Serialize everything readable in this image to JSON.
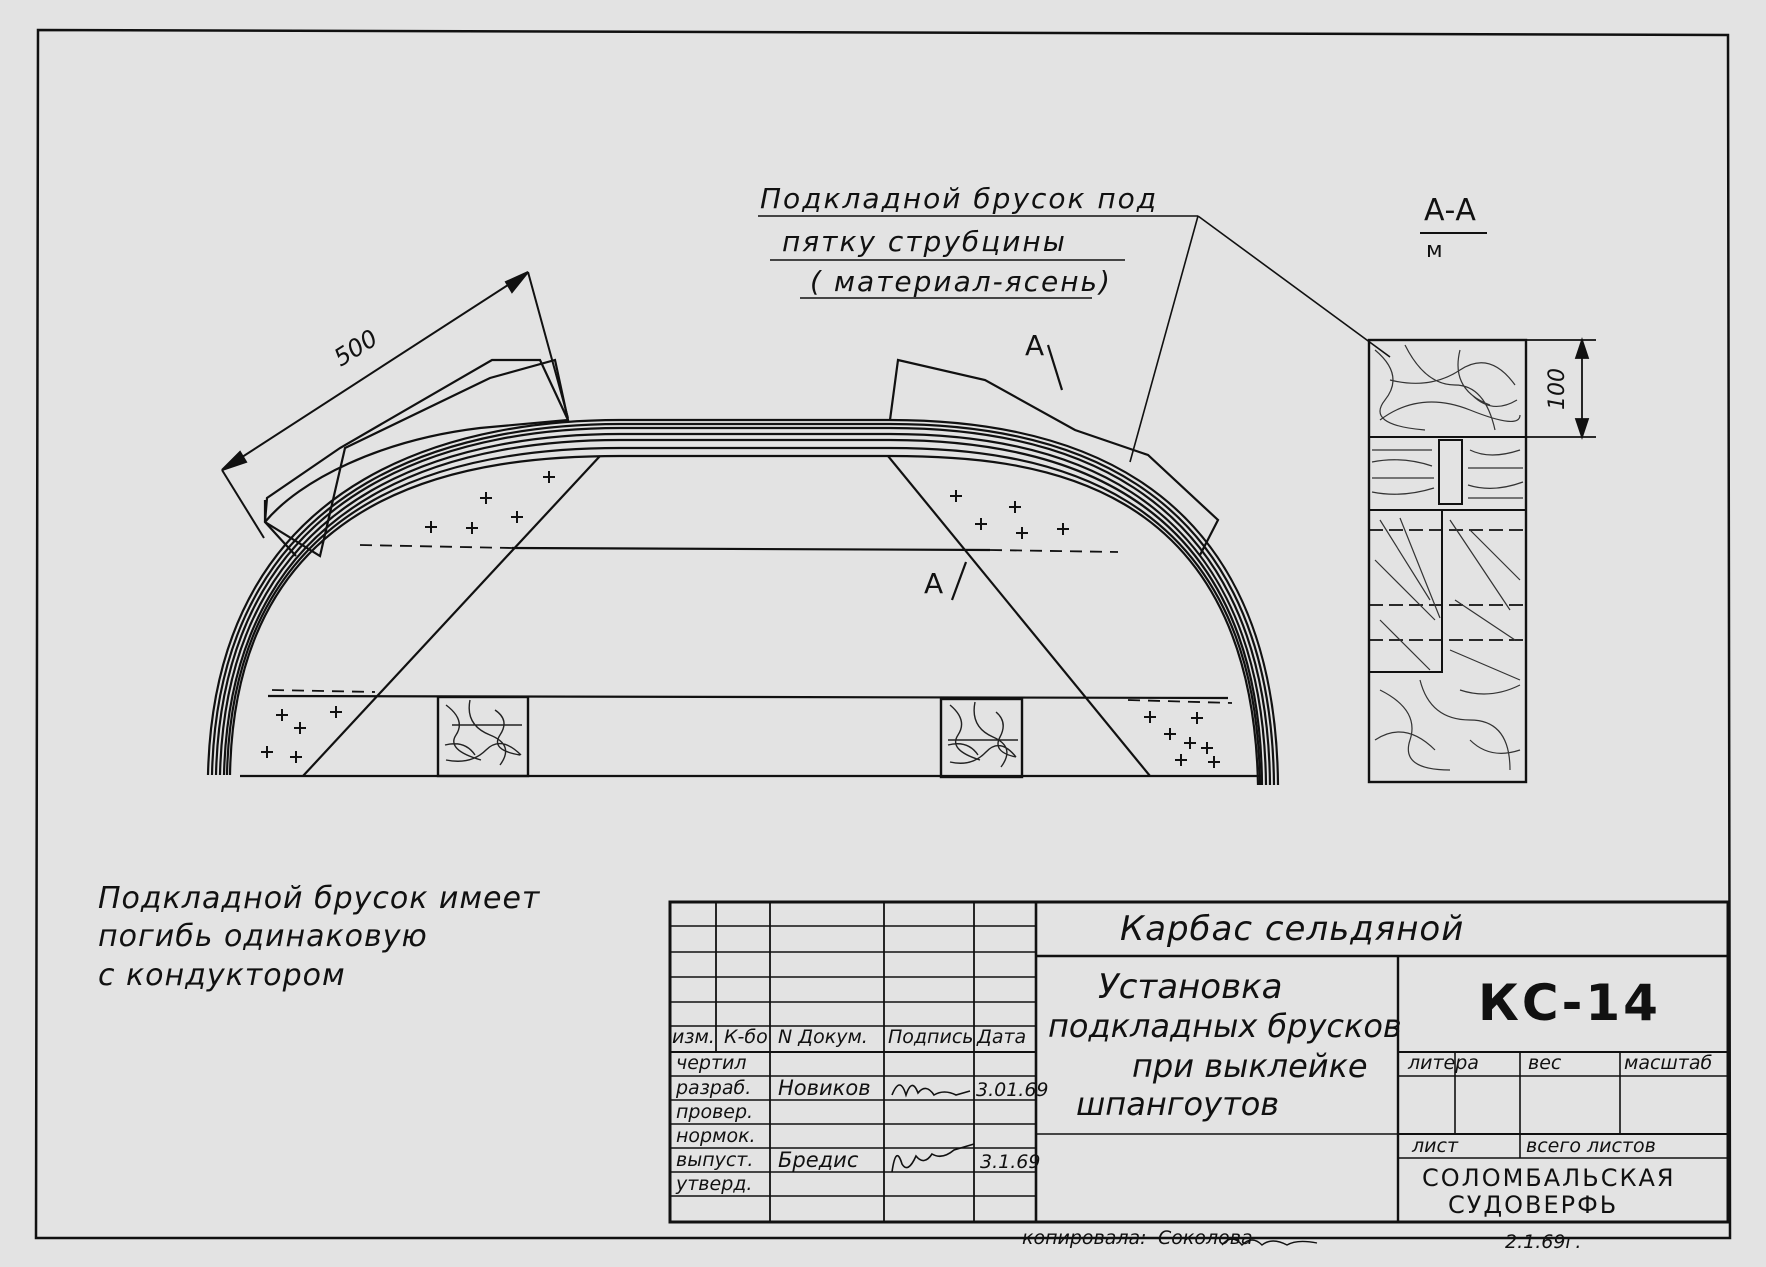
{
  "callout": {
    "line1": "Подкладной брусок под",
    "line2": "пятку струбцины",
    "line3": "( материал-ясень)"
  },
  "section": {
    "title": "А-А",
    "scale": "м",
    "mark_top": "А",
    "mark_mid": "А"
  },
  "dimensions": {
    "arc_length": "500",
    "block_height": "100"
  },
  "note": {
    "line1": "Подкладной брусок имеет",
    "line2": "погибь одинаковую",
    "line3": "с кондуктором"
  },
  "title_block": {
    "product": "Карбас сельдяной",
    "title_line1": "Установка",
    "title_line2": "подкладных брусков",
    "title_line3": "при выклейке",
    "title_line4": "шпангоутов",
    "code": "КС-14",
    "headers": {
      "izm": "изм.",
      "kol": "К-бо",
      "doc": "N Докум.",
      "sign": "Подпись",
      "date": "Дата"
    },
    "roles": {
      "drew": "чертил",
      "developed": "разраб.",
      "checked": "провер.",
      "norm": "нормок.",
      "issued": "выпуст.",
      "approved": "утверд."
    },
    "developer_name": "Новиков",
    "developer_date": "3.01.69",
    "issuer_name": "Бредис",
    "issuer_date": "3.1.69",
    "litera": "литера",
    "weight": "вес",
    "scale": "масштаб",
    "sheet": "лист",
    "sheets_total": "всего листов",
    "org_line1": "СОЛОМБАЛЬСКАЯ",
    "org_line2": "СУДОВЕРФЬ"
  },
  "footer": {
    "copied_label": "копировала:",
    "copied_name": "Соколова",
    "copied_date": "2.1.69г."
  }
}
